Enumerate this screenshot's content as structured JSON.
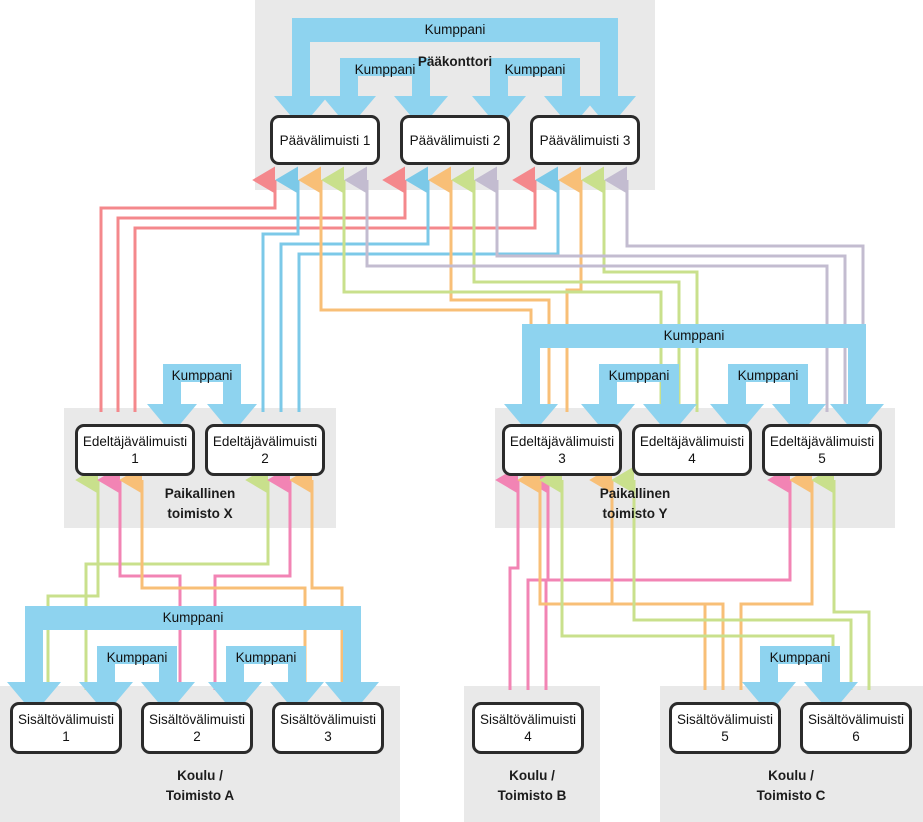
{
  "diagram": {
    "title_visible": false,
    "colors": {
      "peer_blue": "#8ed3ef",
      "zone_grey": "#e9e9e9",
      "node_border": "#2b2b2b",
      "node_fill": "#ffffff",
      "wire_red": "#f4888c",
      "wire_blue": "#7cc9e8",
      "wire_orange": "#f8bf77",
      "wire_green": "#c9e08c",
      "wire_purple": "#c3bcd0",
      "wire_pink": "#f островs"
    },
    "peer_label": "Kumppani"
  },
  "zones": [
    {
      "id": "headquarters",
      "label": "Pääkonttori",
      "nodes": [
        {
          "id": "parent-1",
          "label": "Päävälimuisti 1"
        },
        {
          "id": "parent-2",
          "label": "Päävälimuisti 2"
        },
        {
          "id": "parent-3",
          "label": "Päävälimuisti 3"
        }
      ],
      "peer_links": [
        {
          "id": "hq-peer-wide",
          "label": "Kumppani"
        },
        {
          "id": "hq-peer-left",
          "label": "Kumppani"
        },
        {
          "id": "hq-peer-right",
          "label": "Kumppani"
        }
      ]
    },
    {
      "id": "local-office-x",
      "label": "Paikallinen\ntoimisto X",
      "nodes": [
        {
          "id": "sibling-1",
          "label": "Edeltäjävälimuisti\n1"
        },
        {
          "id": "sibling-2",
          "label": "Edeltäjävälimuisti\n2"
        }
      ],
      "peer_links": [
        {
          "id": "x-peer",
          "label": "Kumppani"
        }
      ]
    },
    {
      "id": "local-office-y",
      "label": "Paikallinen\ntoimisto Y",
      "nodes": [
        {
          "id": "sibling-3",
          "label": "Edeltäjävälimuisti\n3"
        },
        {
          "id": "sibling-4",
          "label": "Edeltäjävälimuisti\n4"
        },
        {
          "id": "sibling-5",
          "label": "Edeltäjävälimuisti 5"
        }
      ],
      "peer_links": [
        {
          "id": "y-peer-wide",
          "label": "Kumppani"
        },
        {
          "id": "y-peer-left",
          "label": "Kumppani"
        },
        {
          "id": "y-peer-right",
          "label": "Kumppani"
        }
      ]
    },
    {
      "id": "school-office-a",
      "label": "Koulu /\nToimisto A",
      "nodes": [
        {
          "id": "content-1",
          "label": "Sisältövälimuisti\n1"
        },
        {
          "id": "content-2",
          "label": "Sisältövälimuisti\n2"
        },
        {
          "id": "content-3",
          "label": "Sisältövälimuisti\n3"
        }
      ],
      "peer_links": [
        {
          "id": "a-peer-wide",
          "label": "Kumppani"
        },
        {
          "id": "a-peer-left",
          "label": "Kumppani"
        },
        {
          "id": "a-peer-right",
          "label": "Kumppani"
        }
      ]
    },
    {
      "id": "school-office-b",
      "label": "Koulu /\nToimisto B",
      "nodes": [
        {
          "id": "content-4",
          "label": "Sisältövälimuisti\n4"
        }
      ],
      "peer_links": []
    },
    {
      "id": "school-office-c",
      "label": "Koulu /\nToimisto C",
      "nodes": [
        {
          "id": "content-5",
          "label": "Sisältövälimuisti\n5"
        },
        {
          "id": "content-6",
          "label": "Sisältövälimuisti\n6"
        }
      ],
      "peer_links": [
        {
          "id": "c-peer",
          "label": "Kumppani"
        }
      ]
    }
  ]
}
